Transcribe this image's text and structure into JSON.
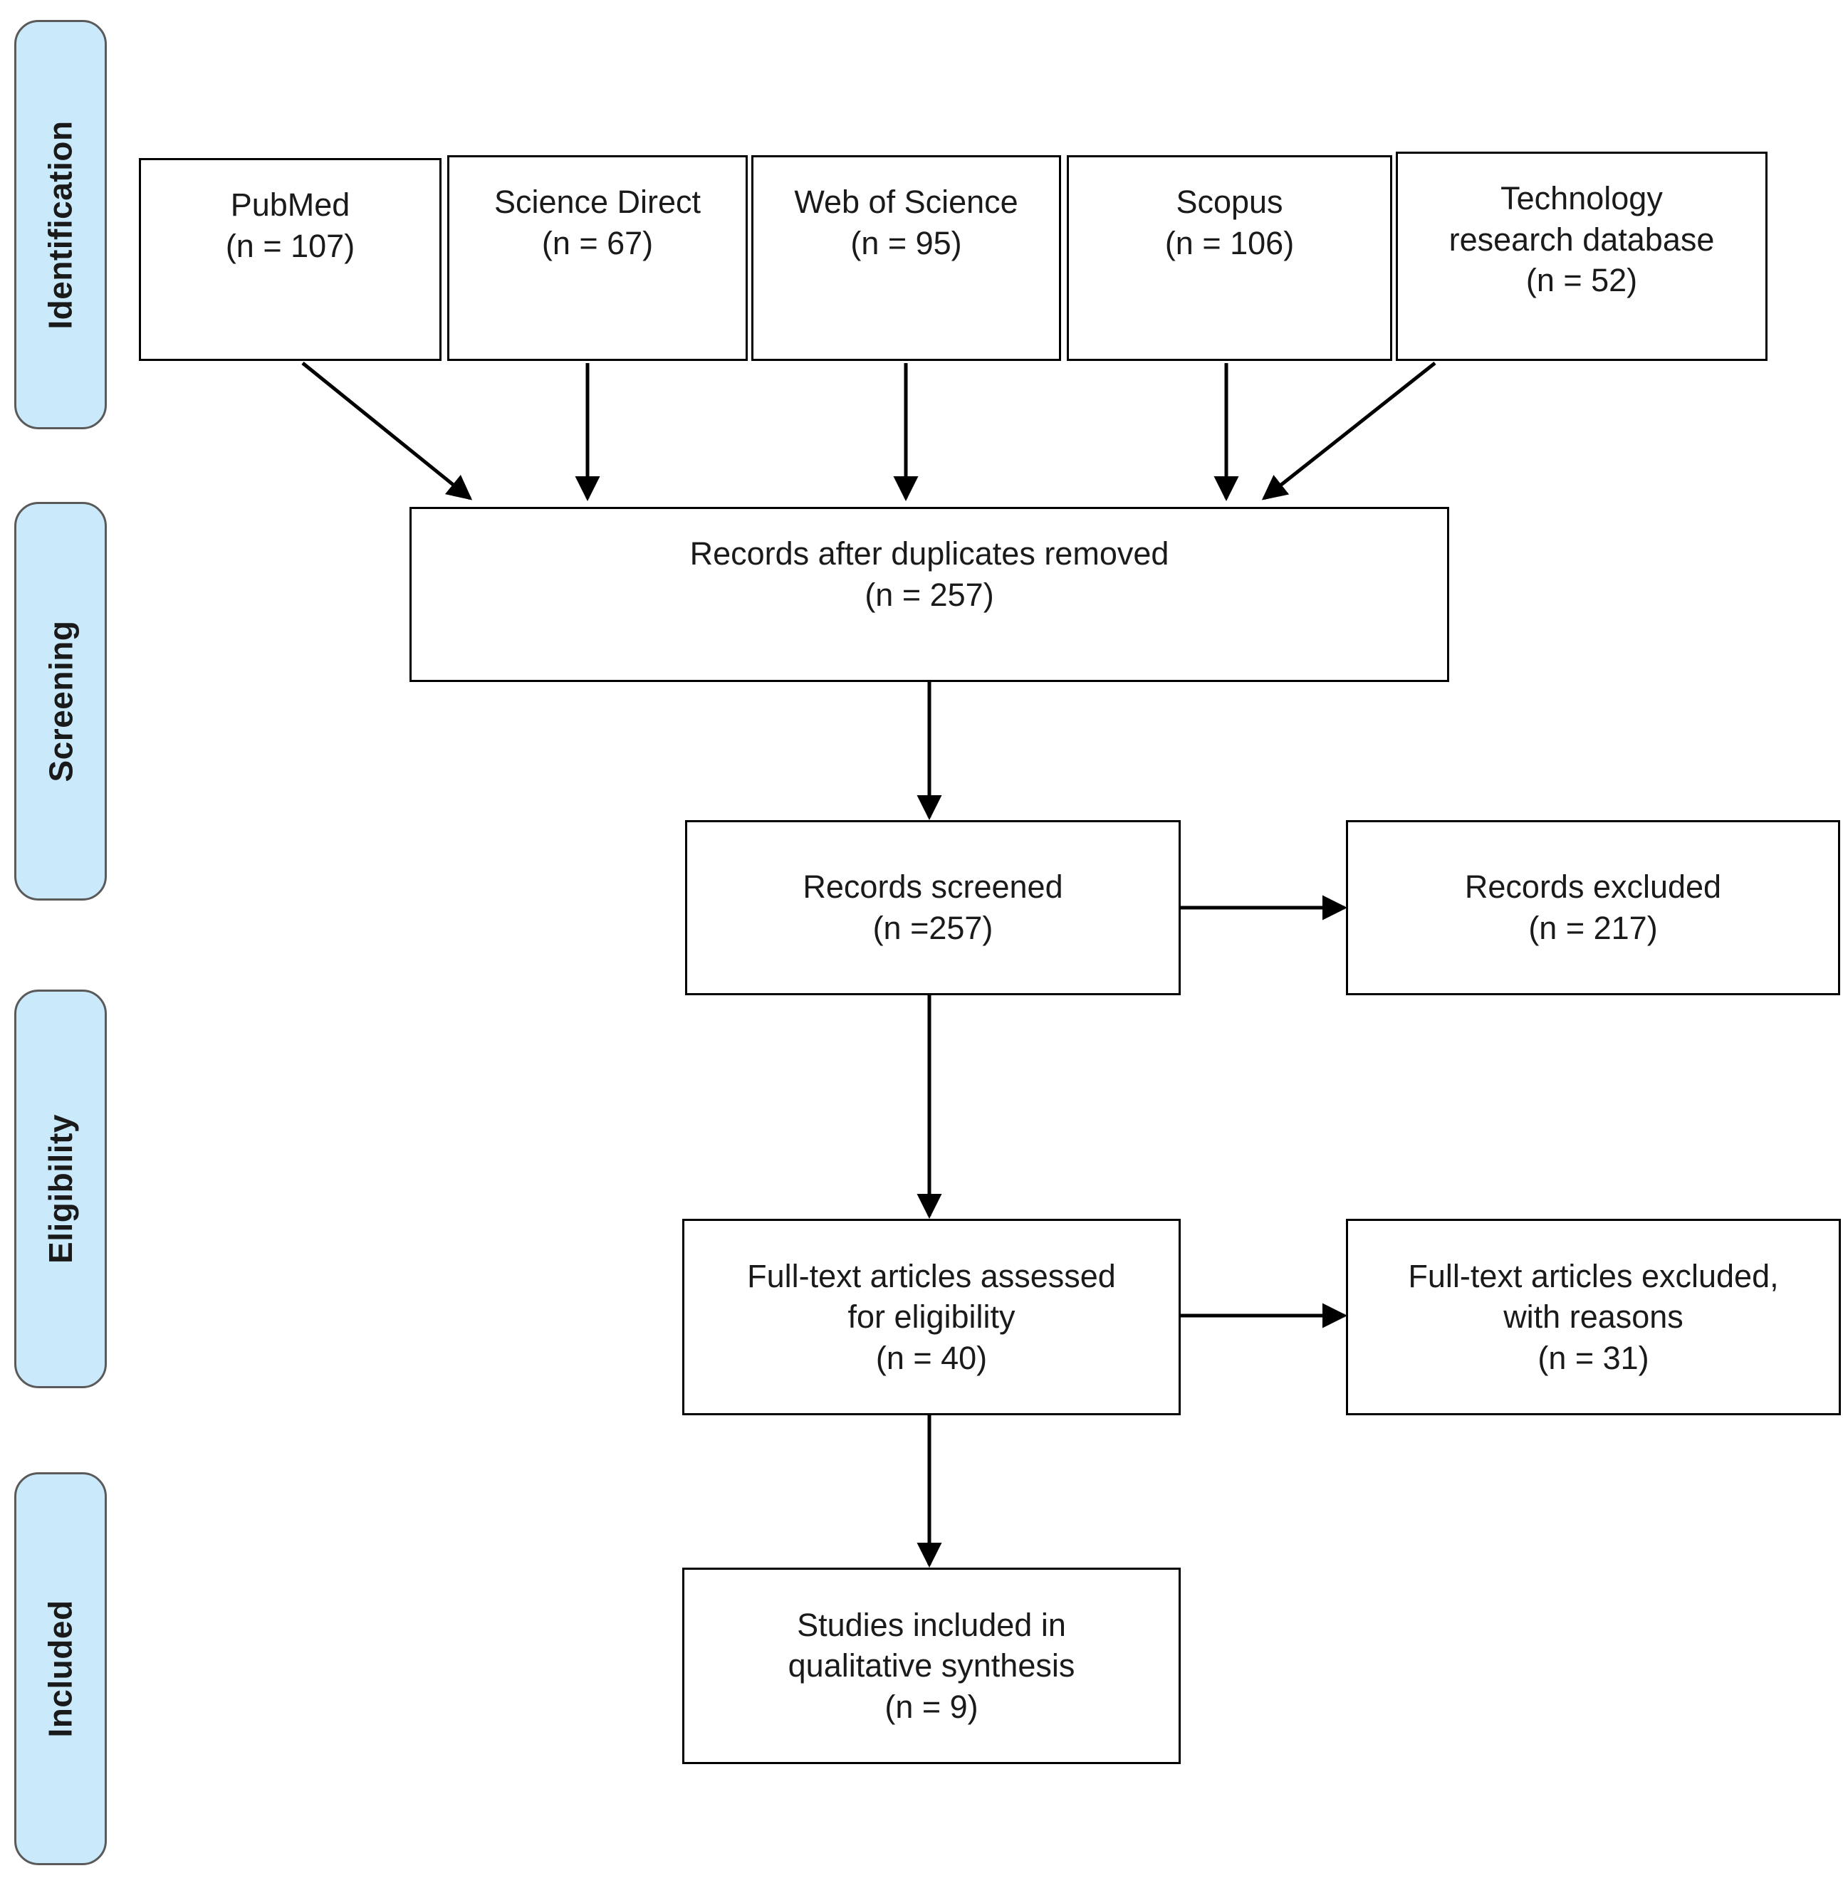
{
  "diagram": {
    "type": "prisma-flow-diagram",
    "accent_color": "#CAE9FB",
    "pill_border_color": "#5A5A5A",
    "box_border_color": "#000000",
    "text_color": "#1A1A1A",
    "background": "#FFFFFF"
  },
  "stages": [
    {
      "label": "Identification"
    },
    {
      "label": "Screening"
    },
    {
      "label": "Eligibility"
    },
    {
      "label": "Included"
    }
  ],
  "sources": [
    {
      "name": "PubMed",
      "count_label": "(n = 107)"
    },
    {
      "name": "Science Direct",
      "count_label": "(n = 67)"
    },
    {
      "name": "Web of Science",
      "count_label": "(n = 95)"
    },
    {
      "name": "Scopus",
      "count_label": "(n = 106)"
    },
    {
      "name": "Technology",
      "name_line2": "research database",
      "count_label": "(n = 52)"
    }
  ],
  "nodes": {
    "duplicates_removed": {
      "line1": "Records after duplicates removed",
      "line2": "(n = 257)"
    },
    "records_screened": {
      "line1": "Records screened",
      "line2": "(n =257)"
    },
    "records_excluded": {
      "line1": "Records excluded",
      "line2": "(n = 217)"
    },
    "fulltext_assessed": {
      "line1": "Full-text articles assessed",
      "line2": "for eligibility",
      "line3": "(n = 40)"
    },
    "fulltext_excluded": {
      "line1": "Full-text articles excluded,",
      "line2": "with reasons",
      "line3": "(n = 31)"
    },
    "studies_included": {
      "line1": "Studies included in",
      "line2": "qualitative synthesis",
      "line3": "(n = 9)"
    }
  }
}
